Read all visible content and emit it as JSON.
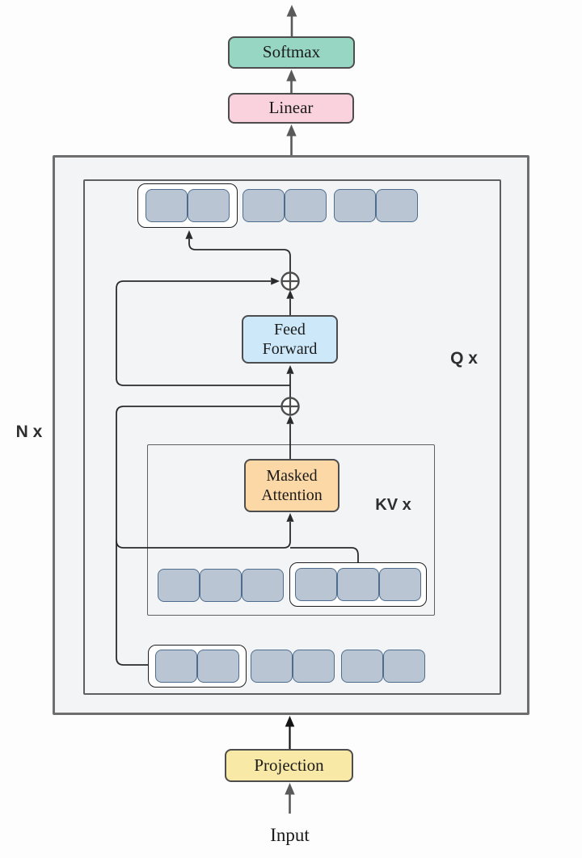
{
  "labels": {
    "softmax": "Softmax",
    "linear": "Linear",
    "feed_forward_line1": "Feed",
    "feed_forward_line2": "Forward",
    "masked_attention_line1": "Masked",
    "masked_attention_line2": "Attention",
    "projection": "Projection",
    "input": "Input",
    "n_x": "N x",
    "q_x": "Q x",
    "kv_x": "KV x"
  },
  "colors": {
    "page_bg": "#fdfdfd",
    "frame_fill": "#f3f4f5",
    "frame_border": "#6e6e6e",
    "frame_border2": "#5f5f5f",
    "softmax_fill": "#97d6c3",
    "linear_fill": "#f9d2de",
    "feed_forward_fill": "#cde9f9",
    "masked_attention_fill": "#fbd8a5",
    "projection_fill": "#f9e9a6",
    "token_fill": "#b9c5d2",
    "token_border": "#4e6d8e",
    "box_border": "#4d4d4d",
    "group_outline": "#1f1f1f",
    "group_fill": "#ffffff",
    "line_color": "#2a2a2a",
    "gray_arrow": "#5a5a5a",
    "plus_color": "#4d4d4d",
    "text_color": "#1b1b1b"
  },
  "token_rows": {
    "output_row": {
      "groups": [
        {
          "count": 2,
          "outlined": true
        },
        {
          "count": 2,
          "outlined": false
        },
        {
          "count": 2,
          "outlined": false
        }
      ]
    },
    "kv_row": {
      "groups": [
        {
          "count": 3,
          "outlined": false
        },
        {
          "count": 3,
          "outlined": true
        }
      ]
    },
    "query_row": {
      "groups": [
        {
          "count": 2,
          "outlined": true
        },
        {
          "count": 2,
          "outlined": false
        },
        {
          "count": 2,
          "outlined": false
        }
      ]
    }
  }
}
